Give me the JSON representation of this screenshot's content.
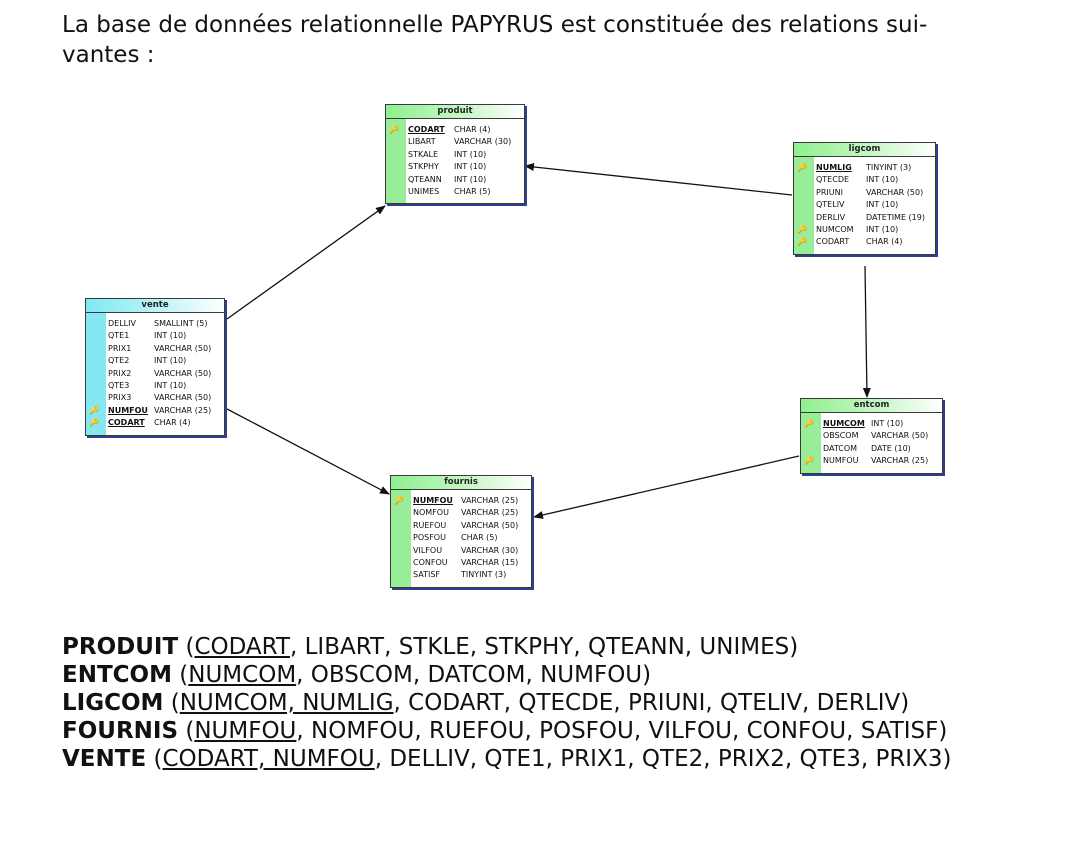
{
  "intro": "La base de données relationnelle PAPYRUS est constituée des relations sui- vantes :",
  "key_icon": "key-icon",
  "tables": [
    {
      "id": "produit",
      "title": "produit",
      "theme": "green",
      "fields": [
        {
          "name": "CODART",
          "type": "CHAR (4)",
          "key": true,
          "pk": true
        },
        {
          "name": "LIBART",
          "type": "VARCHAR (30)"
        },
        {
          "name": "STKALE",
          "type": "INT (10)"
        },
        {
          "name": "STKPHY",
          "type": "INT (10)"
        },
        {
          "name": "QTEANN",
          "type": "INT (10)"
        },
        {
          "name": "UNIMES",
          "type": "CHAR (5)"
        }
      ]
    },
    {
      "id": "ligcom",
      "title": "ligcom",
      "theme": "green",
      "fields": [
        {
          "name": "NUMLIG",
          "type": "TINYINT (3)",
          "key": true,
          "pk": true
        },
        {
          "name": "QTECDE",
          "type": "INT (10)"
        },
        {
          "name": "PRIUNI",
          "type": "VARCHAR (50)"
        },
        {
          "name": "QTELIV",
          "type": "INT (10)"
        },
        {
          "name": "DERLIV",
          "type": "DATETIME (19)"
        },
        {
          "name": "NUMCOM",
          "type": "INT (10)",
          "key": true
        },
        {
          "name": "CODART",
          "type": "CHAR (4)",
          "key": true
        }
      ]
    },
    {
      "id": "vente",
      "title": "vente",
      "theme": "cyan",
      "fields": [
        {
          "name": "DELLIV",
          "type": "SMALLINT (5)"
        },
        {
          "name": "QTE1",
          "type": "INT (10)"
        },
        {
          "name": "PRIX1",
          "type": "VARCHAR (50)"
        },
        {
          "name": "QTE2",
          "type": "INT (10)"
        },
        {
          "name": "PRIX2",
          "type": "VARCHAR (50)"
        },
        {
          "name": "QTE3",
          "type": "INT (10)"
        },
        {
          "name": "PRIX3",
          "type": "VARCHAR (50)"
        },
        {
          "name": "NUMFOU",
          "type": "VARCHAR (25)",
          "key": true,
          "pk": true
        },
        {
          "name": "CODART",
          "type": "CHAR (4)",
          "key": true,
          "pk": true
        }
      ]
    },
    {
      "id": "entcom",
      "title": "entcom",
      "theme": "green",
      "fields": [
        {
          "name": "NUMCOM",
          "type": "INT (10)",
          "key": true,
          "pk": true
        },
        {
          "name": "OBSCOM",
          "type": "VARCHAR (50)"
        },
        {
          "name": "DATCOM",
          "type": "DATE (10)"
        },
        {
          "name": "NUMFOU",
          "type": "VARCHAR (25)",
          "key": true
        }
      ]
    },
    {
      "id": "fournis",
      "title": "fournis",
      "theme": "green",
      "fields": [
        {
          "name": "NUMFOU",
          "type": "VARCHAR (25)",
          "key": true,
          "pk": true
        },
        {
          "name": "NOMFOU",
          "type": "VARCHAR (25)"
        },
        {
          "name": "RUEFOU",
          "type": "VARCHAR (50)"
        },
        {
          "name": "POSFOU",
          "type": "CHAR (5)"
        },
        {
          "name": "VILFOU",
          "type": "VARCHAR (30)"
        },
        {
          "name": "CONFOU",
          "type": "VARCHAR (15)"
        },
        {
          "name": "SATISF",
          "type": "TINYINT (3)"
        }
      ]
    }
  ],
  "links": [
    {
      "from": "ligcom",
      "to": "produit"
    },
    {
      "from": "ligcom",
      "to": "entcom"
    },
    {
      "from": "vente",
      "to": "produit"
    },
    {
      "from": "vente",
      "to": "fournis"
    },
    {
      "from": "entcom",
      "to": "fournis"
    }
  ],
  "relations": [
    {
      "name": "PRODUIT",
      "open": " (",
      "key": "CODART",
      "rest": ", LIBART, STKLE, STKPHY, QTEANN, UNIMES)"
    },
    {
      "name": "ENTCOM",
      "open": " (",
      "key": "NUMCOM",
      "rest": ", OBSCOM, DATCOM, NUMFOU)"
    },
    {
      "name": "LIGCOM",
      "open": " (",
      "key": "NUMCOM, NUMLIG",
      "rest": ", CODART, QTECDE, PRIUNI, QTELIV, DERLIV)"
    },
    {
      "name": "FOURNIS",
      "open": " (",
      "key": "NUMFOU",
      "rest": ", NOMFOU, RUEFOU, POSFOU, VILFOU, CONFOU, SATISF)"
    },
    {
      "name": "VENTE",
      "open": " (",
      "key": "CODART, NUMFOU",
      "rest": ", DELLIV, QTE1, PRIX1, QTE2, PRIX2, QTE3, PRIX3)"
    }
  ]
}
